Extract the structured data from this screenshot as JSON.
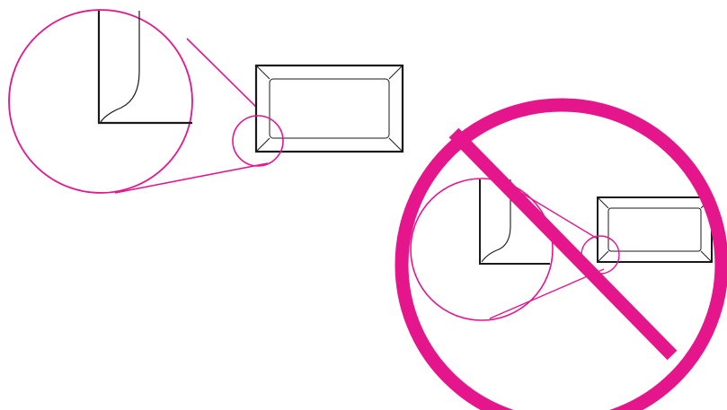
{
  "colors": {
    "accent": "#e5168c",
    "ink": "#1a1a1a",
    "background": "#ffffff"
  },
  "diagram": {
    "panels": [
      {
        "name": "acceptable-envelope",
        "status": "correct"
      },
      {
        "name": "unacceptable-envelope",
        "status": "prohibited"
      }
    ],
    "prohibited_symbol": "no-symbol-icon"
  }
}
